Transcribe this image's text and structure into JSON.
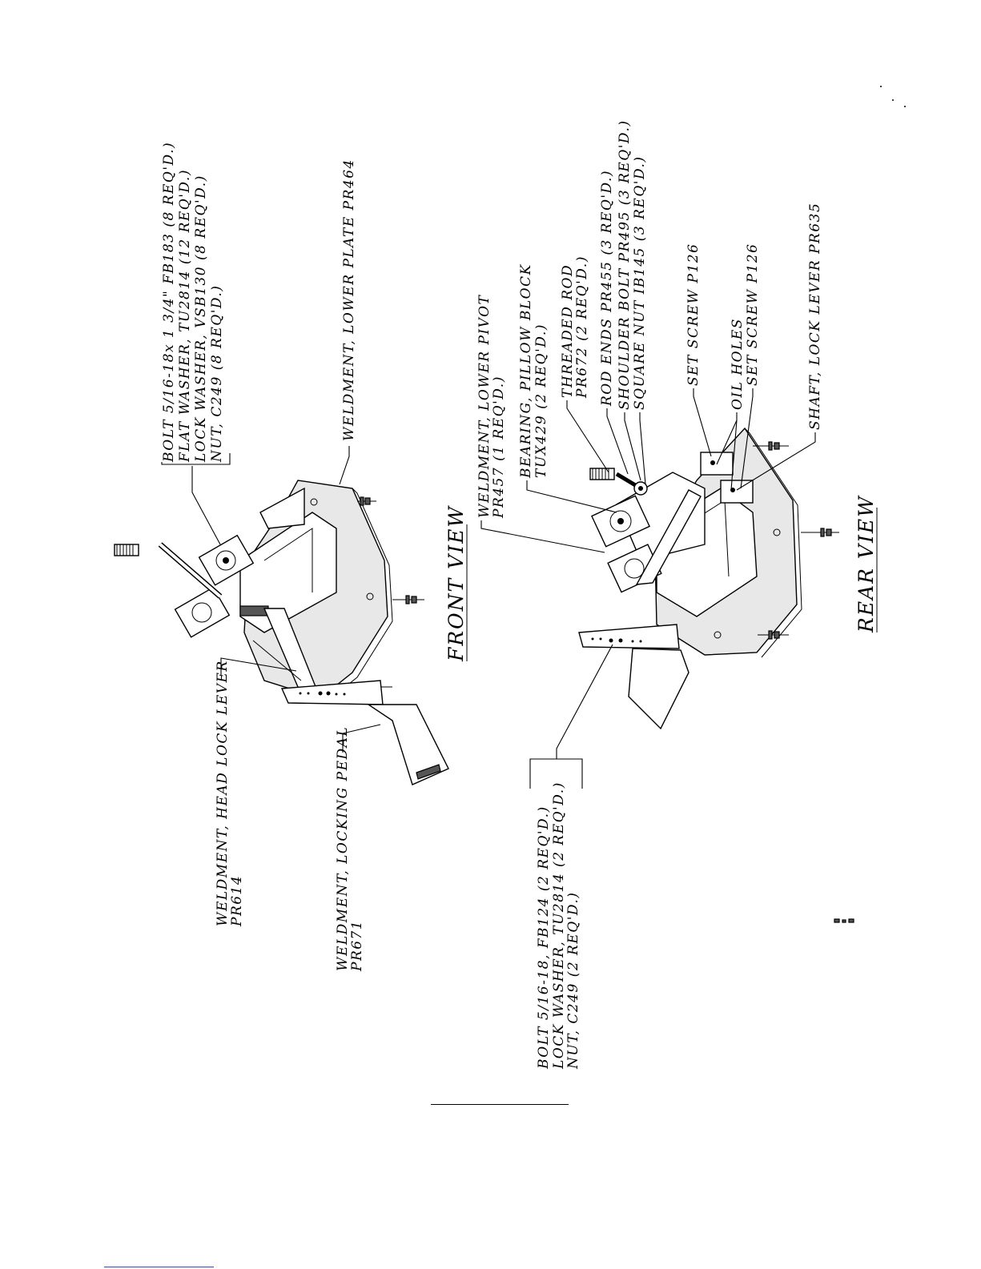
{
  "front_view": {
    "title": "FRONT VIEW",
    "callouts": {
      "bolt": "BOLT 5/16-18x 1 3/4\"  FB183 (8 REQ'D.)",
      "flat_washer": "FLAT WASHER,  TU2814  (12 REQ'D.)",
      "lock_washer": "LOCK WASHER,  VSB130  (8 REQ'D.)",
      "nut": "NUT,  C249  (8 REQ'D.)",
      "lower_plate": "WELDMENT, LOWER PLATE   PR464",
      "head_lock_lever": "WELDMENT, HEAD LOCK LEVER",
      "head_lock_lever_part": "PR614",
      "locking_pedal": "WELDMENT, LOCKING PEDAL",
      "locking_pedal_part": "PR671"
    }
  },
  "rear_view": {
    "title": "REAR VIEW",
    "callouts": {
      "lower_pivot": "WELDMENT, LOWER PIVOT",
      "lower_pivot_part": "PR457 (1 REQ'D.)",
      "bearing": "BEARING, PILLOW BLOCK",
      "bearing_part": "TUX429 (2 REQ'D.)",
      "threaded_rod": "THREADED ROD",
      "threaded_rod_part": "PR672 (2 REQ'D.)",
      "rod_ends": "ROD ENDS PR455 (3 REQ'D.)",
      "shoulder_bolt": "SHOULDER BOLT PR495 (3 REQ'D.)",
      "square_nut": "SQUARE NUT IB145 (3 REQ'D.)",
      "set_screw_1": "SET SCREW P126",
      "oil_holes": "OIL HOLES",
      "set_screw_2": "SET SCREW P126",
      "shaft": "SHAFT, LOCK LEVER   PR635",
      "bolt": "BOLT 5/16-18,   FB124 (2 REQ'D.)",
      "lock_washer": "LOCK WASHER,  TU2814  (2 REQ'D.)",
      "nut": "NUT,  C249  (2 REQ'D.)"
    }
  }
}
